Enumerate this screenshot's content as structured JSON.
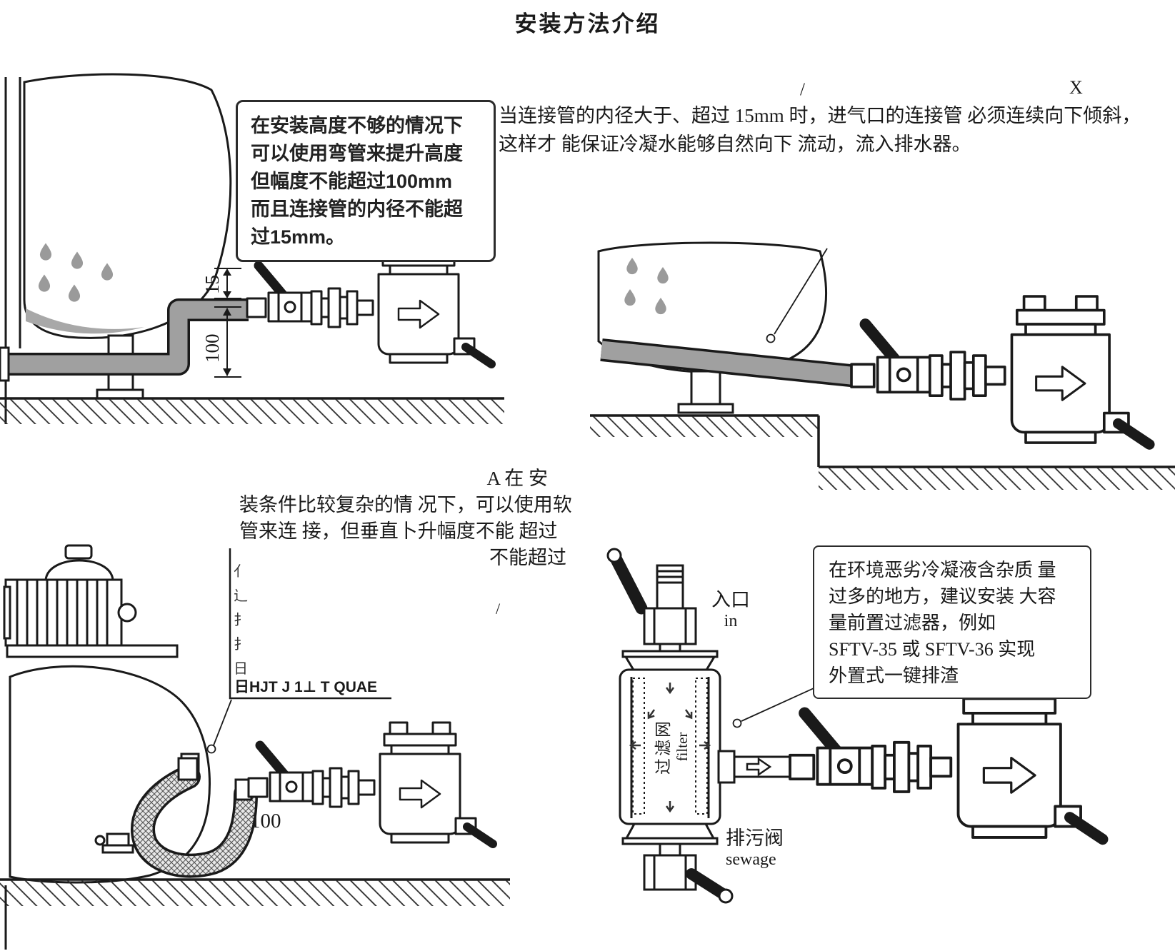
{
  "colors": {
    "ink": "#1a1a1a",
    "pipe_gray": "#a0a0a0",
    "drop_gray": "#9a9a9a"
  },
  "page": {
    "title": "安装方法介绍"
  },
  "callout_elbow": {
    "lines": [
      "在安装高度不够的情况下",
      "可以使用弯管来提升高度",
      "但幅度不能超过100mm",
      "而且连接管的内径不能超",
      "过15mm。"
    ]
  },
  "note_slope": {
    "line1": "当连接管的内径大于、超过 15mm 时，进气口的连接管 必须连续向下倾斜，",
    "line2": "这样才 能保证冷凝水能够自然向下 流动，流入排水器。",
    "marker": "X",
    "slash": "/"
  },
  "note_hose": {
    "line1": "A 在 安",
    "line2": "装条件比较复杂的情 况下，可以使用软",
    "line3": "管来连 接，但垂直卜升幅度不能 超过",
    "line4": "不能超过",
    "slash": "/"
  },
  "dims": {
    "rise_limit": "15",
    "drop_height": "100",
    "hose_height": "100"
  },
  "garbled": {
    "column": "亻辶扌扌日",
    "bottom_line": "日HJT J 1⊥ T QUAE"
  },
  "callout_filter": {
    "lines": [
      "在环境恶劣冷凝液含杂质 量",
      "过多的地方，建议安装 大容",
      "量前置过滤器，例如",
      "SFTV-35 或 SFTV-36 实现",
      "外置式一键排渣"
    ]
  },
  "filter_labels": {
    "inlet_cn": "入口",
    "inlet_en": "in",
    "mesh_cn": "过滤网",
    "mesh_en": "filter",
    "sewage_cn": "排污阀",
    "sewage_en": "sewage"
  },
  "icons": {
    "flow_arrow": "right-flow-arrow"
  }
}
